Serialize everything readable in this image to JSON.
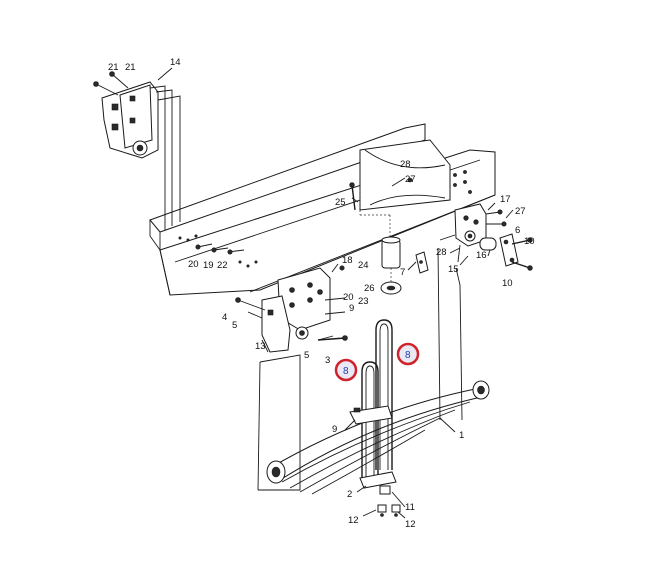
{
  "labels": {
    "l21a": "21",
    "l21b": "21",
    "l14": "14",
    "l28a": "28",
    "l27a": "27",
    "l25": "25",
    "l17": "17",
    "l27b": "27",
    "l6": "6",
    "l10a": "10",
    "l10b": "10",
    "l28b": "28",
    "l16": "16",
    "l15": "15",
    "l18": "18",
    "l24": "24",
    "l7": "7",
    "l26": "26",
    "l23": "23",
    "l20a": "20",
    "l19": "19",
    "l22": "22",
    "l20b": "20",
    "l9b": "9",
    "l4": "4",
    "l5a": "5",
    "l13": "13",
    "l5b": "5",
    "l3": "3",
    "l9": "9",
    "l1": "1",
    "l2": "2",
    "l11": "11",
    "l12a": "12",
    "l12b": "12"
  },
  "callouts": {
    "c8a": "8",
    "c8b": "8"
  },
  "colors": {
    "callout_ring": "#d0222c",
    "callout_fill": "#e9e9f3",
    "callout_text": "#1f3fb4"
  }
}
